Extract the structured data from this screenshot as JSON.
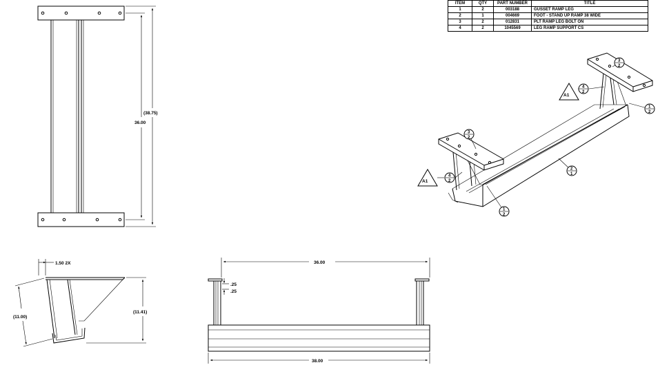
{
  "bom": {
    "headers": [
      "ITEM",
      "QTY",
      "PART NUMBER",
      "TITLE"
    ],
    "rows": [
      {
        "item": "1",
        "qty": "2",
        "part": "003188",
        "title": "GUSSET RAMP LEG"
      },
      {
        "item": "2",
        "qty": "1",
        "part": "004669",
        "title": "FOOT - STAND UP RAMP 38 WIDE"
      },
      {
        "item": "3",
        "qty": "2",
        "part": "012831",
        "title": "PLT RAMP LEG BOLT ON"
      },
      {
        "item": "4",
        "qty": "2",
        "part": "1045569",
        "title": "LEG RAMP SUPPORT CS"
      }
    ]
  },
  "dims": {
    "front_height": "36.00",
    "front_overall": "(38.75)",
    "side_offset": "1.50 2X",
    "side_slant": "(11.00)",
    "side_height": "(11.41)",
    "plan_top_width": "36.00",
    "plan_bottom_width": "38.00",
    "plan_t1": ".25",
    "plan_t2": ".25"
  },
  "iso": {
    "weld_symbol": "A1",
    "balloons": [
      {
        "top": "3",
        "bottom": "2"
      },
      {
        "top": "4",
        "bottom": "2"
      },
      {
        "top": "1",
        "bottom": "2"
      },
      {
        "top": "3",
        "bottom": "2"
      },
      {
        "top": "4",
        "bottom": "2"
      },
      {
        "top": "2",
        "bottom": "1"
      },
      {
        "top": "1",
        "bottom": "2"
      }
    ]
  }
}
